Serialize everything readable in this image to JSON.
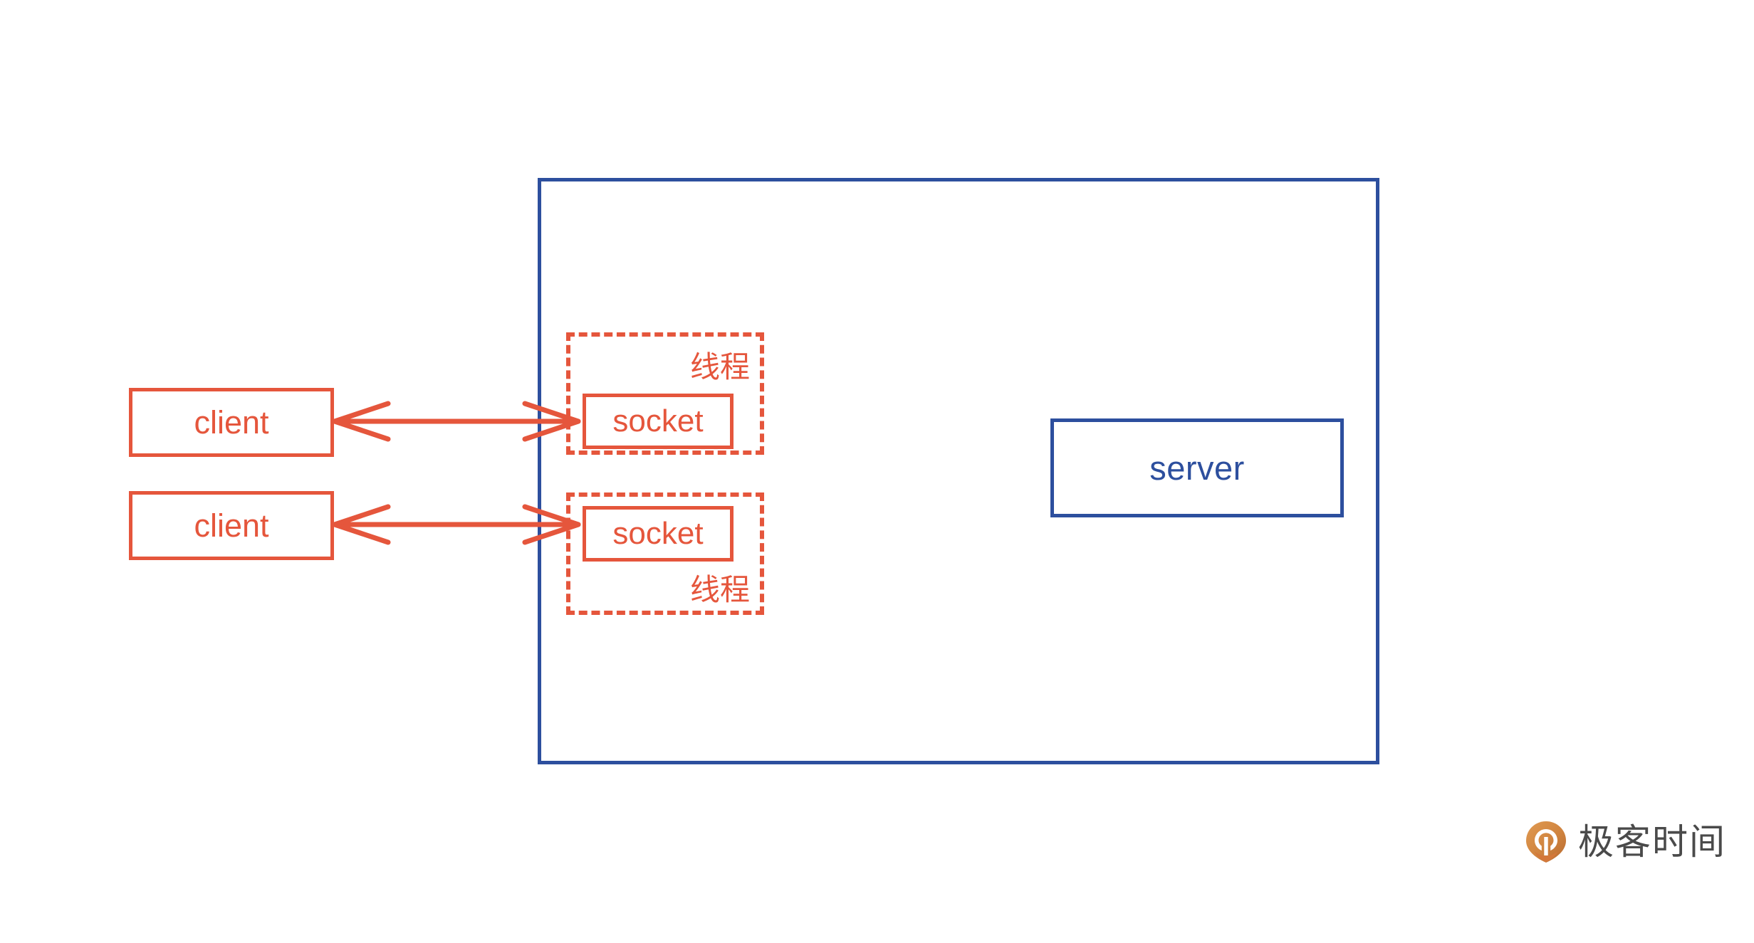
{
  "diagram": {
    "title": "multi-thread socket server diagram",
    "colors": {
      "orange": "#E5563C",
      "blue": "#2D4F9E",
      "background": "#FFFFFF",
      "watermark_text": "#4A4A4A",
      "watermark_mark": "#D98A43"
    },
    "server_container": {
      "label": "",
      "border_color": "#2D4F9E",
      "border_style": "solid"
    },
    "server": {
      "label": "server",
      "border_color": "#2D4F9E"
    },
    "clients": [
      {
        "label": "client"
      },
      {
        "label": "client"
      }
    ],
    "threads": [
      {
        "label": "线程",
        "label_position": "top-right",
        "border_style": "dashed",
        "socket": {
          "label": "socket"
        }
      },
      {
        "label": "线程",
        "label_position": "bottom-right",
        "border_style": "dashed",
        "socket": {
          "label": "socket"
        }
      }
    ],
    "connections": [
      {
        "name": "client-1-socket-1-link",
        "from": "client-1",
        "to": "socket-1",
        "direction": "bidirectional",
        "color": "#E5563C"
      },
      {
        "name": "client-2-socket-2-link",
        "from": "client-2",
        "to": "socket-2",
        "direction": "bidirectional",
        "color": "#E5563C"
      }
    ]
  },
  "watermark": {
    "text": "极客时间",
    "mark_icon": "geektime-pin-icon"
  }
}
